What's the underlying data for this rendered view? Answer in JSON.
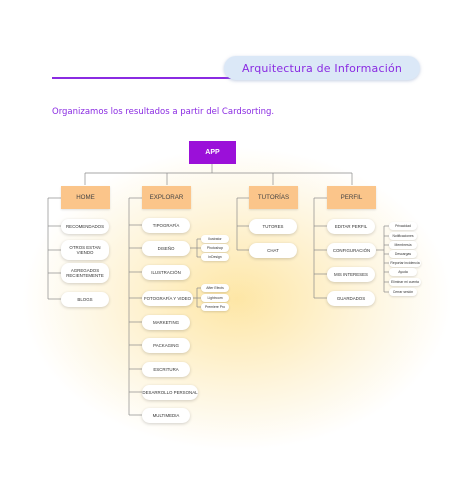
{
  "header": {
    "title": "Arquitectura de Información",
    "subtitle": "Organizamos los resultados a partir del Cardsorting."
  },
  "sitemap": {
    "root": "APP",
    "home": {
      "label": "HOME",
      "items": [
        "RECOMENDADOS",
        "OTROS ESTAN VIENDO",
        "AGREGADOS RECIENTEMENTE",
        "BLOGS"
      ]
    },
    "explorar": {
      "label": "EXPLORAR",
      "items": [
        "TIPOGRAFÍA",
        "DISEÑO",
        "ILUSTRACIÓN",
        "FOTOGRAFÍA Y VIDEO",
        "MARKETING",
        "PACKAGING",
        "ESCRITURA",
        "DESARROLLO PERSONAL",
        "MULTIMEDIA"
      ],
      "diseno_sub": [
        "Ilustrator",
        "Photoshop",
        "InDesign"
      ],
      "foto_sub": [
        "After Efects",
        "Lightroom",
        "Premiere Pro"
      ]
    },
    "tutorias": {
      "label": "TUTORÍAS",
      "items": [
        "TUTORES",
        "CHAT"
      ]
    },
    "perfil": {
      "label": "PERFIL",
      "items": [
        "EDITAR PERFIL",
        "CONFIGURACIÓN",
        "MIS INTERESES",
        "GUARDADOS"
      ],
      "config_sub": [
        "Privacidad",
        "Notificaciones",
        "Membresía",
        "Descargas",
        "Reportar incidencia",
        "Ayuda",
        "Eliminar mi cuenta",
        "Cerrar sesión"
      ]
    }
  }
}
